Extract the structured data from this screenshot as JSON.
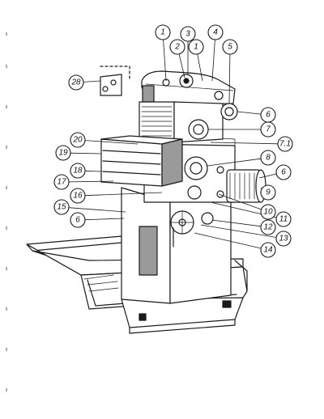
{
  "callouts": [
    {
      "label": "1"
    },
    {
      "label": "2"
    },
    {
      "label": "3"
    },
    {
      "label": "1"
    },
    {
      "label": "4"
    },
    {
      "label": "5"
    },
    {
      "label": "28"
    },
    {
      "label": "6"
    },
    {
      "label": "7"
    },
    {
      "label": "20"
    },
    {
      "label": "7.1"
    },
    {
      "label": "19"
    },
    {
      "label": "8"
    },
    {
      "label": "18"
    },
    {
      "label": "6"
    },
    {
      "label": "17"
    },
    {
      "label": "9"
    },
    {
      "label": "16"
    },
    {
      "label": "15"
    },
    {
      "label": "10"
    },
    {
      "label": "11"
    },
    {
      "label": "6"
    },
    {
      "label": "12"
    },
    {
      "label": "13"
    },
    {
      "label": "14"
    }
  ]
}
